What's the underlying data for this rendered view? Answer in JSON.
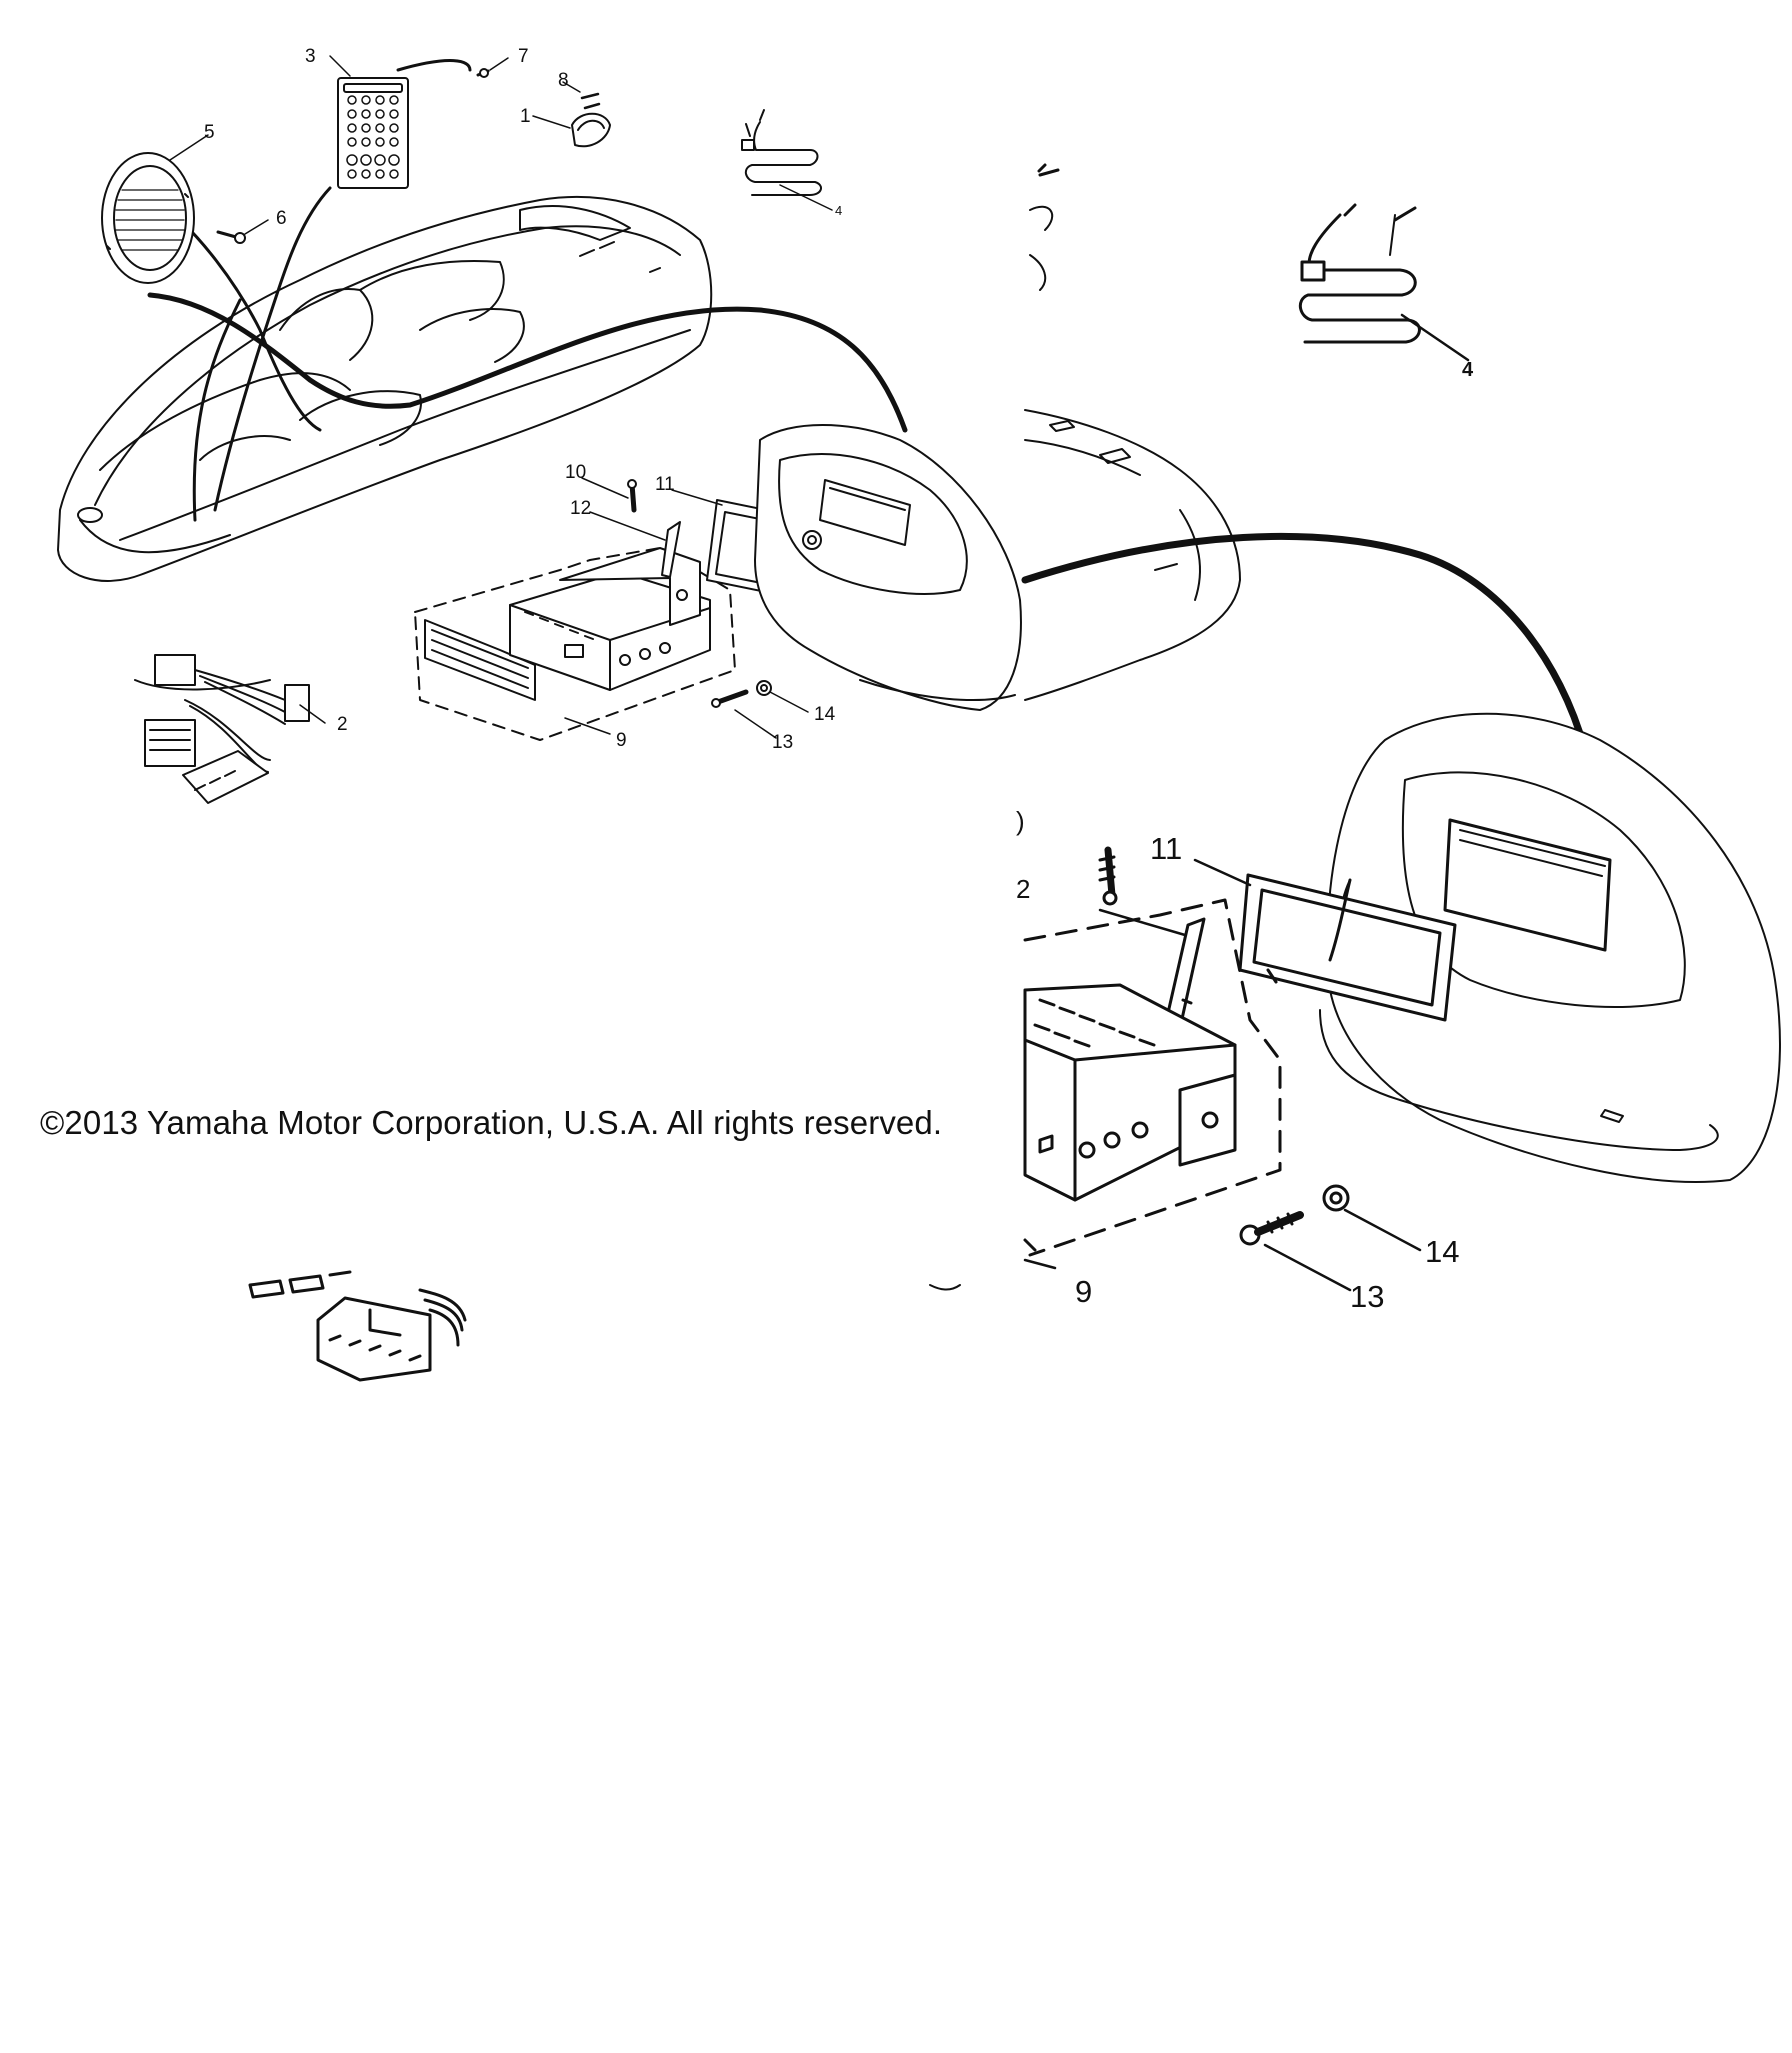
{
  "diagram": {
    "labels": {
      "p1": "1",
      "p2": "2",
      "p3": "3",
      "p4": "4",
      "p5": "5",
      "p6": "6",
      "p7": "7",
      "p8": "8",
      "p9": "9",
      "p10": "10",
      "p11": "11",
      "p12": "12",
      "p13": "13",
      "p14": "14"
    },
    "zoom_labels": {
      "p4": "4",
      "p9": "9",
      "p11": "11",
      "p13": "13",
      "p14": "14"
    },
    "copyright": "©2013 Yamaha Motor Corporation, U.S.A. All rights reserved."
  }
}
